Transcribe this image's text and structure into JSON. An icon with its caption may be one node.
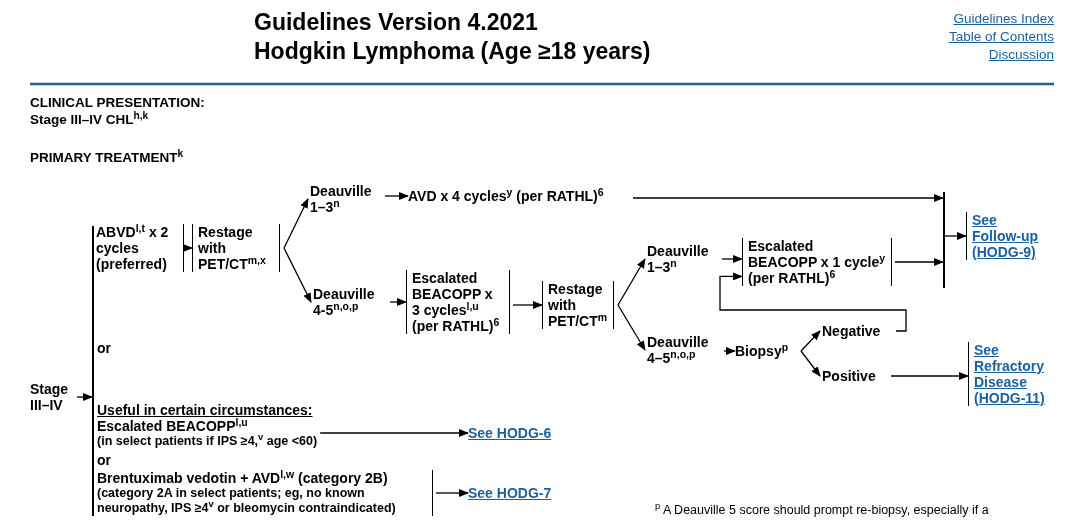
{
  "diagram": {
    "title": "Hodgkin Lymphoma (Age ≥18 years)",
    "nodes": [
      {
        "text": [
          "Stage III–IV"
        ]
      },
      {
        "text": [],
        "shape": "bar"
      },
      {
        "text": [
          "ABVD$^{l,t}$ x 2 cycles (preferred)"
        ]
      },
      {
        "text": [
          "Restage with PET/CT$^{m,x}$"
        ]
      },
      {
        "text": [
          "Deauville 1–3$^{n}$"
        ]
      },
      {
        "text": [
          "AVD x 4 cycles$^{y}$ (per RATHL)$^{6}$"
        ]
      },
      {
        "text": [
          "Deauville 4-5$^{n,o,p}$"
        ]
      },
      {
        "text": [
          "Escalated BEACOPP x 3 cycles$^{l,u}$ (per RATHL)$^{6}$"
        ]
      },
      {
        "text": [
          "Restage with PET/CT$^{m}$"
        ]
      },
      {
        "text": [
          "Deauville 1–3$^{n}$"
        ]
      },
      {
        "text": [
          "Escalated BEACOPP x 1 cycle$^{y}$ (per RATHL)$^{6}$"
        ]
      },
      {
        "text": [],
        "shape": "bar"
      },
      {
        "text": [
          "See Follow-up (HODG-9)"
        ]
      },
      {
        "text": [
          "Deauville 4–5$^{n,o,p}$"
        ]
      },
      {
        "text": [
          "Biopsy$^{p}$"
        ]
      },
      {
        "text": [
          "Negative"
        ]
      },
      {
        "text": [
          "Positive"
        ]
      },
      {
        "text": [
          "See Refractory Disease (HODG-11)"
        ]
      },
      {
        "text": [
          "Escalated BEACOPP$^{l,u}$",
          "(in select patients if IPS ≥4,$^{v}$ age <60)"
        ]
      },
      {
        "text": [
          "See HODG-6"
        ]
      },
      {
        "text": [
          "Brentuximab vedotin + AVD$^{l,w}$ (category 2B)",
          "(category 2A in select patients; eg, no known neuropathy, IPS ≥4$^{v}$ or bleomycin contraindicated)"
        ]
      },
      {
        "text": [
          "See HODG-7"
        ]
      }
    ],
    "edges": [
      {
        "from": 0,
        "to": 1,
        "arrow": "to"
      },
      {
        "from": 2,
        "to": 3,
        "arrow": "to"
      },
      {
        "from": 3,
        "to": 4,
        "arrow": "to"
      },
      {
        "from": 3,
        "to": 6,
        "arrow": "to"
      },
      {
        "from": 4,
        "to": 5,
        "arrow": "to"
      },
      {
        "from": 5,
        "to": 11,
        "arrow": "to"
      },
      {
        "from": 6,
        "to": 7,
        "arrow": "to"
      },
      {
        "from": 7,
        "to": 8,
        "arrow": "to"
      },
      {
        "from": 8,
        "to": 9,
        "arrow": "to"
      },
      {
        "from": 8,
        "to": 13,
        "arrow": "to"
      },
      {
        "from": 9,
        "to": 10,
        "arrow": "to"
      },
      {
        "from": 10,
        "to": 11,
        "arrow": "to"
      },
      {
        "from": 11,
        "to": 12,
        "arrow": "to"
      },
      {
        "from": 13,
        "to": 14,
        "arrow": "to"
      },
      {
        "from": 14,
        "to": 15,
        "arrow": "to"
      },
      {
        "from": 14,
        "to": 16,
        "arrow": "to"
      },
      {
        "from": 15,
        "to": 10,
        "arrow": "to"
      },
      {
        "from": 16,
        "to": 17,
        "arrow": "to"
      },
      {
        "from": 18,
        "to": 19,
        "arrow": "to"
      },
      {
        "from": 20,
        "to": 21,
        "arrow": "to"
      }
    ],
    "labels": [
      "Guidelines Version 4.2021",
      "Guidelines Index",
      "Table of Contents",
      "Discussion",
      "CLINICAL PRESENTATION:",
      "Stage III–IV CHL$^{h,k}$",
      "PRIMARY TREATMENT$^{k}$",
      "or",
      "Useful in certain circumstances:",
      "or",
      "$^{p}$ A Deauville 5 score should prompt re-biopsy, especially if a"
    ]
  }
}
